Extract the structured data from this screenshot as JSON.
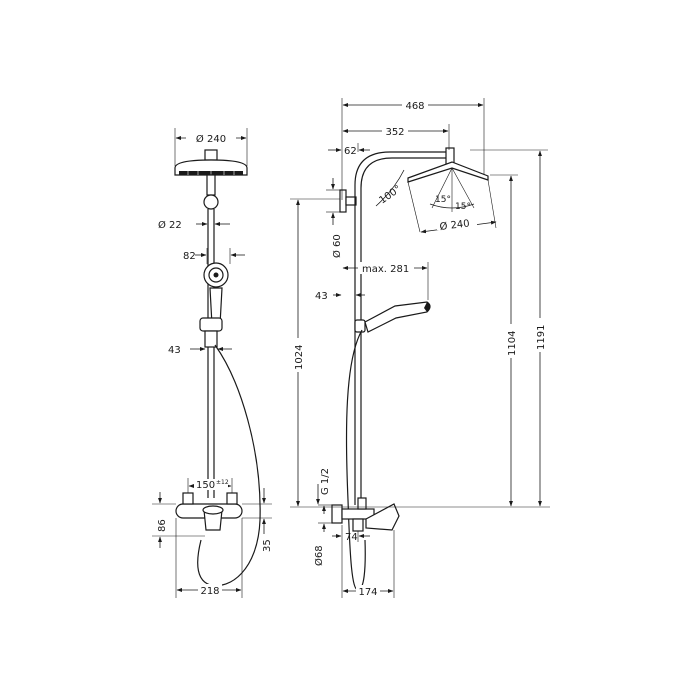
{
  "dimensions": {
    "front_head_diameter": "Ø 240",
    "front_arm_pipe_diameter": "Ø 22",
    "front_handshower_offset": "82",
    "front_holder_offset": "43",
    "front_mixer_centers": "150",
    "front_mixer_centers_tolerance": "±12",
    "front_mixer_height": "86",
    "front_mixer_drop": "35",
    "front_mixer_width": "218",
    "side_total_projection": "468",
    "side_arm_projection": "352",
    "side_wall_clearance": "62",
    "side_arm_angle": "100°",
    "side_head_tilt_left": "15°",
    "side_head_tilt_right": "15°",
    "side_head_diameter": "Ø 240",
    "side_bracket_diameter": "Ø 60",
    "side_max_reach": "max. 281",
    "side_riser_offset": "43",
    "side_riser_height": "1024",
    "side_head_height": "1104",
    "side_total_height": "1191",
    "side_thread": "G 1/2",
    "side_escutcheon_diameter": "Ø68",
    "side_spout_offset": "74",
    "side_spout_projection": "174"
  }
}
